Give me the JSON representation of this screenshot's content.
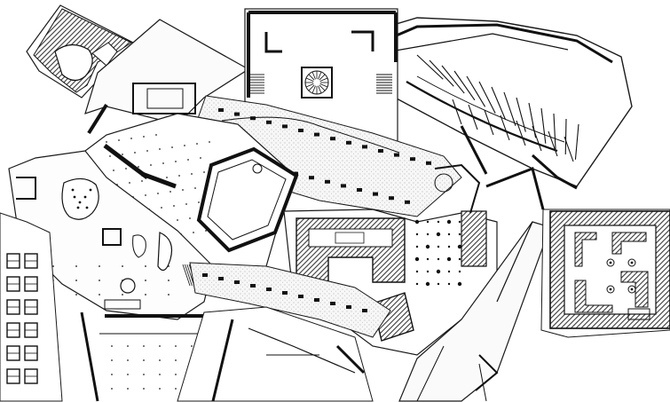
{
  "title": "",
  "palette": {
    "ink": "#141414",
    "hatch": "#4a4a4a",
    "paper": "#ffffff",
    "stipple": "#6a6a6a",
    "sheet": "#f4f4f4"
  },
  "fragments": [
    {
      "id": "gallery-wing",
      "kind": "plan-sheet",
      "icon": "gallery-plan"
    },
    {
      "id": "stair-tower",
      "kind": "plan-sheet",
      "icon": "spiral-stair"
    },
    {
      "id": "auditorium",
      "kind": "plan-sheet",
      "icon": "seating-rows"
    },
    {
      "id": "central-corridor",
      "kind": "plan-sheet",
      "icon": "corridor"
    },
    {
      "id": "courtyard-block",
      "kind": "plan-sheet",
      "icon": "courtyard"
    },
    {
      "id": "cloister",
      "kind": "plan-sheet",
      "icon": "cloister"
    },
    {
      "id": "west-block",
      "kind": "plan-sheet",
      "icon": "pavilion"
    },
    {
      "id": "square-chapel",
      "kind": "plan-sheet",
      "icon": "chapel"
    }
  ]
}
